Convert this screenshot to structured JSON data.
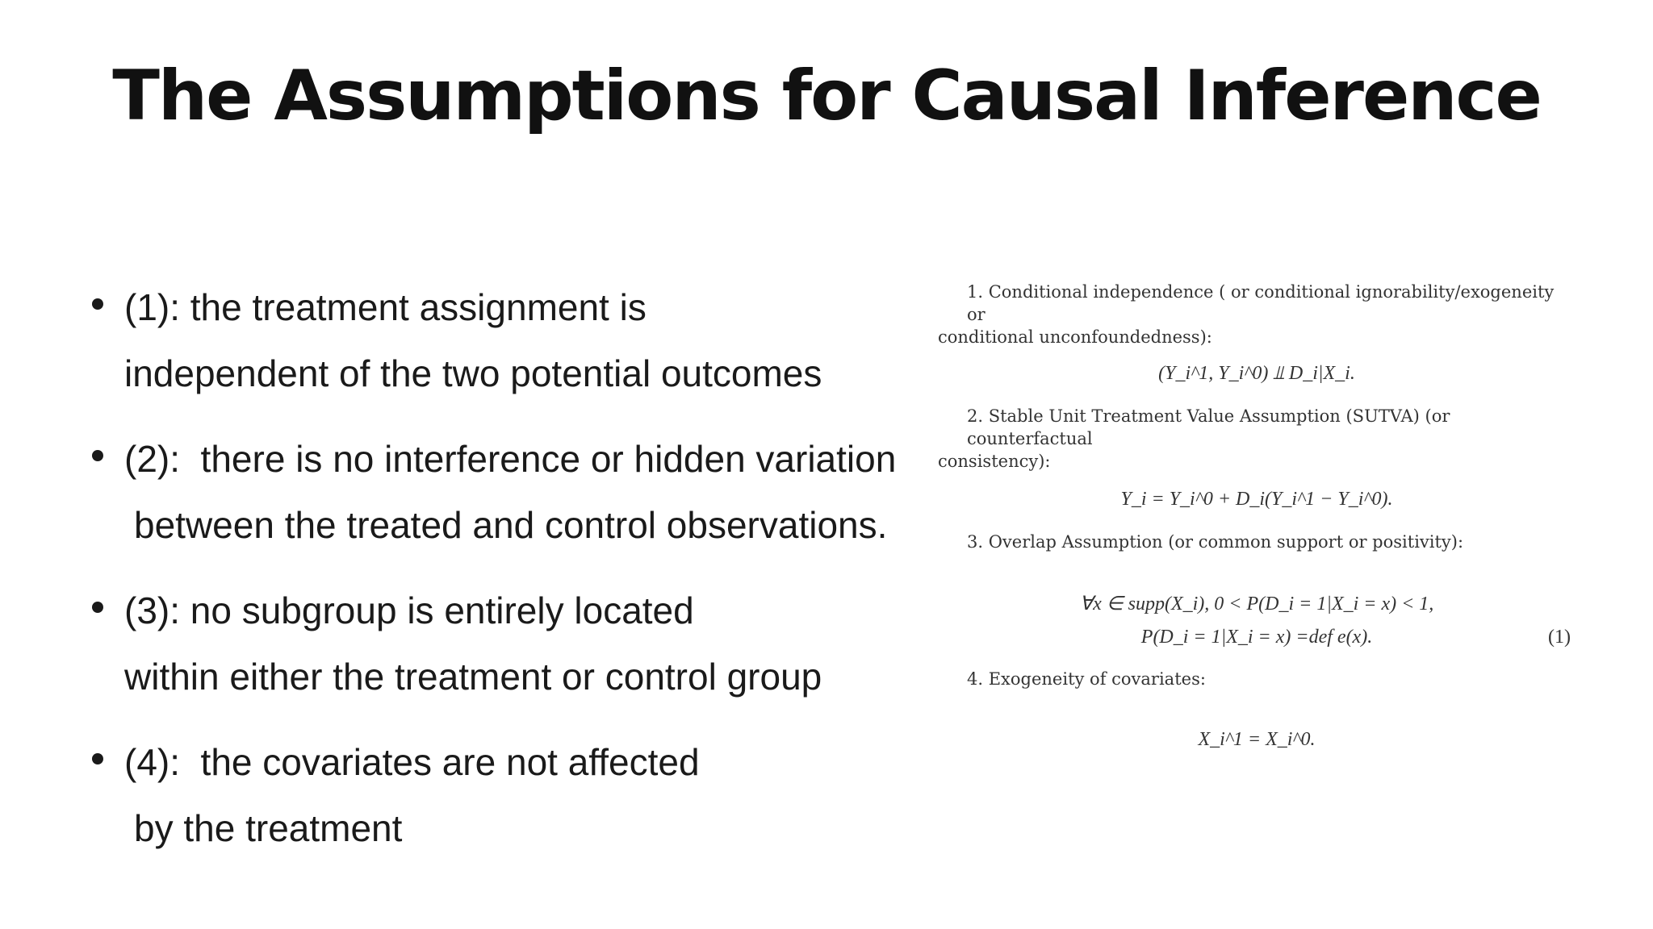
{
  "title": "The Assumptions for Causal Inference",
  "bullets": [
    {
      "line1": "(1): the treatment assignment is",
      "line2": "independent of the two potential outcomes"
    },
    {
      "line1": "(2):  there is no interference or hidden variation",
      "line2": "between the treated and control observations."
    },
    {
      "line1": "(3): no subgroup is entirely located",
      "line2": "within either the treatment or control group"
    },
    {
      "line1": "(4):  the covariates are not affected",
      "line2": "by the treatment"
    }
  ],
  "panel": {
    "a1_line1": "1. Conditional independence ( or conditional ignorability/exogeneity or",
    "a1_line2": "conditional unconfoundedness):",
    "eq1": "(Y_i^1, Y_i^0) ⫫ D_i|X_i.",
    "a2_line1": "2. Stable Unit Treatment Value Assumption (SUTVA) (or counterfactual",
    "a2_line2": "consistency):",
    "eq2": "Y_i = Y_i^0 + D_i(Y_i^1 − Y_i^0).",
    "a3_line1": "3. Overlap Assumption (or common support or positivity):",
    "eq3a": "∀x ∈ supp(X_i),   0 < P(D_i = 1|X_i = x) < 1,",
    "eq3b": "P(D_i = 1|X_i = x) =def e(x).",
    "eq3_number": "(1)",
    "a4_line1": "4. Exogeneity of covariates:",
    "eq4": "X_i^1 = X_i^0."
  }
}
